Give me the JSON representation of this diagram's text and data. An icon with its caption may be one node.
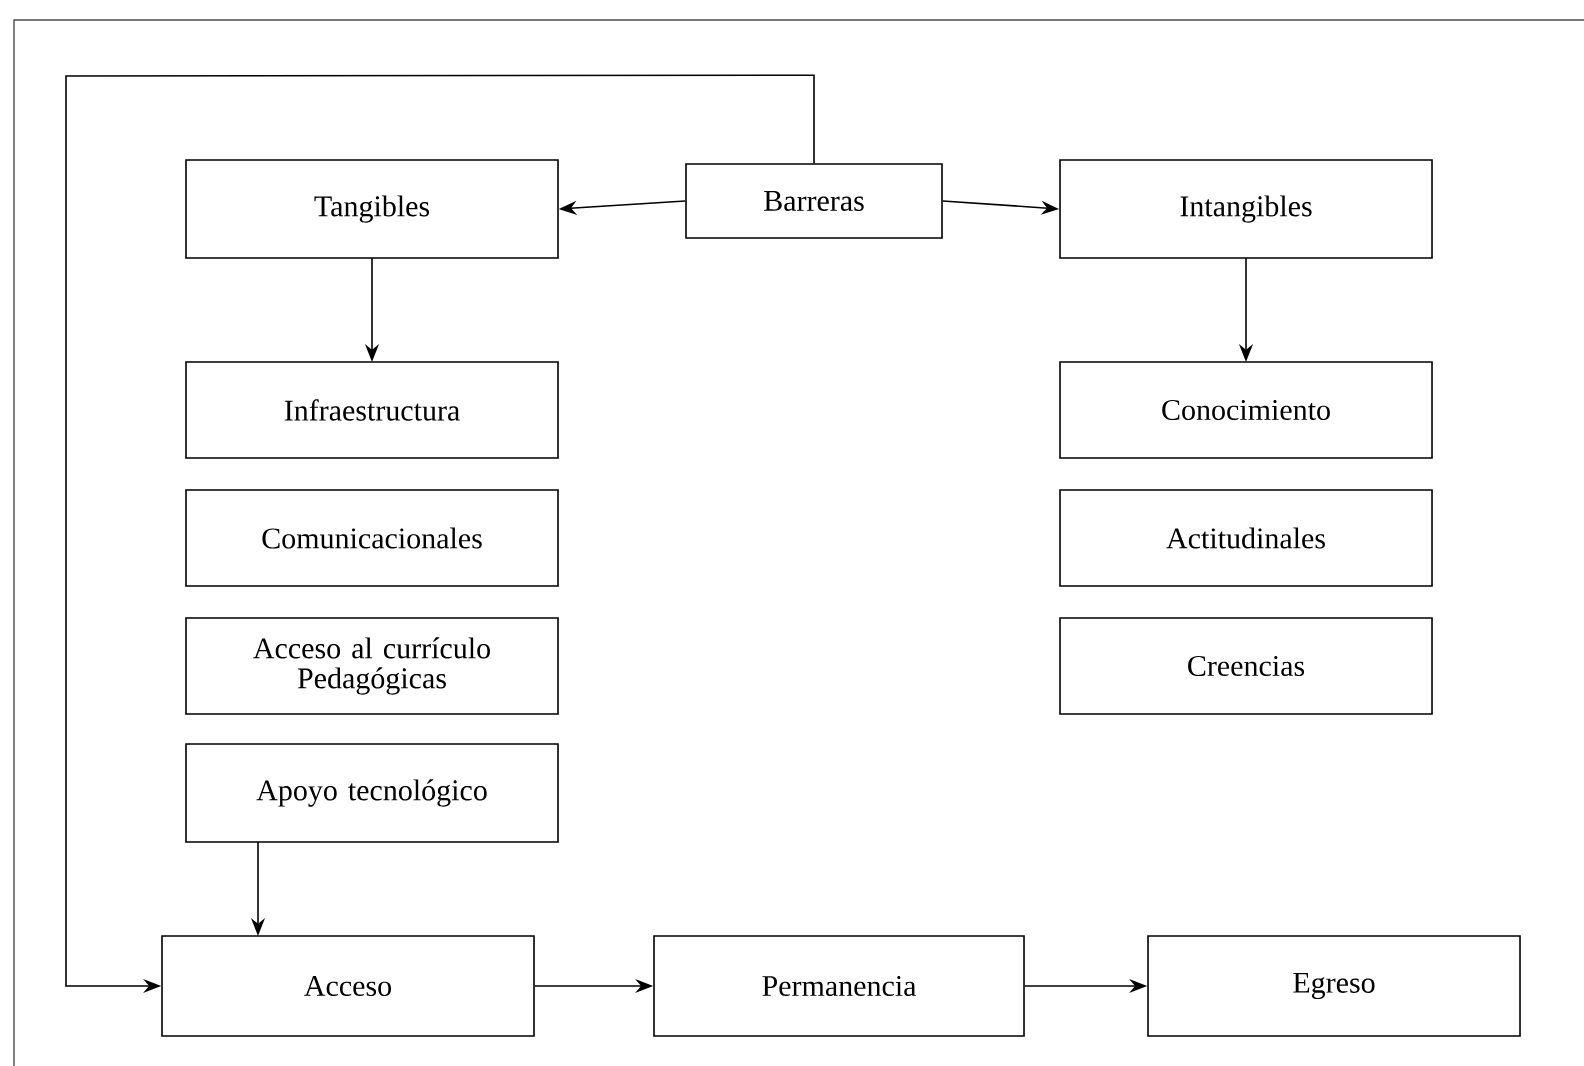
{
  "diagram": {
    "nodes": [
      {
        "text": [
          "Barreras"
        ]
      },
      {
        "text": [
          "Tangibles"
        ]
      },
      {
        "text": [
          "Intangibles"
        ]
      },
      {
        "text": [
          "Infraestructura"
        ]
      },
      {
        "text": [
          "Comunicacionales"
        ]
      },
      {
        "text": [
          "Acceso al currículo Pedagógicas"
        ]
      },
      {
        "text": [
          "Apoyo tecnológico"
        ]
      },
      {
        "text": [
          "Conocimiento"
        ]
      },
      {
        "text": [
          "Actitudinales"
        ]
      },
      {
        "text": [
          "Creencias"
        ]
      },
      {
        "text": [
          "Acceso"
        ]
      },
      {
        "text": [
          "Permanencia"
        ]
      },
      {
        "text": [
          "Egreso"
        ]
      }
    ],
    "edges": [
      {
        "from": 0,
        "to": 1,
        "arrow": "to"
      },
      {
        "from": 0,
        "to": 2,
        "arrow": "to"
      },
      {
        "from": 1,
        "to": 3,
        "arrow": "to"
      },
      {
        "from": 2,
        "to": 7,
        "arrow": "to"
      },
      {
        "from": 6,
        "to": 10,
        "arrow": "to"
      },
      {
        "from": 0,
        "to": 10,
        "arrow": "to"
      },
      {
        "from": 10,
        "to": 11,
        "arrow": "to"
      },
      {
        "from": 11,
        "to": 12,
        "arrow": "to"
      }
    ]
  }
}
